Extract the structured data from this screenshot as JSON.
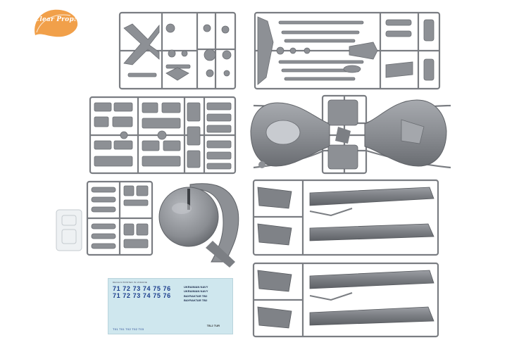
{
  "logo": {
    "text": "Clear Prop!",
    "color": "#f1a04a"
  },
  "decal_sheet": {
    "small_print": "DECALS PRINTED IN UKRAINE",
    "row1": "71 72 73 74 75 76",
    "row2": "71 72 73 74 75 76",
    "navy1": "UKRAINIAN NAVY",
    "navy2": "UKRAINIAN NAVY",
    "bayraktar1": "BAYRAKTAR TB2",
    "bayraktar2": "BAYRAKTAR TB2",
    "bottom_numbers": "T01  T01  T02  T02  T03",
    "stamp": "TB-2 TUR"
  },
  "colors": {
    "sprue_gray": "#8d9095",
    "sprue_dark": "#6f7277",
    "clear_part": "#e9edf0",
    "decal_bg": "#cfe7ee"
  }
}
